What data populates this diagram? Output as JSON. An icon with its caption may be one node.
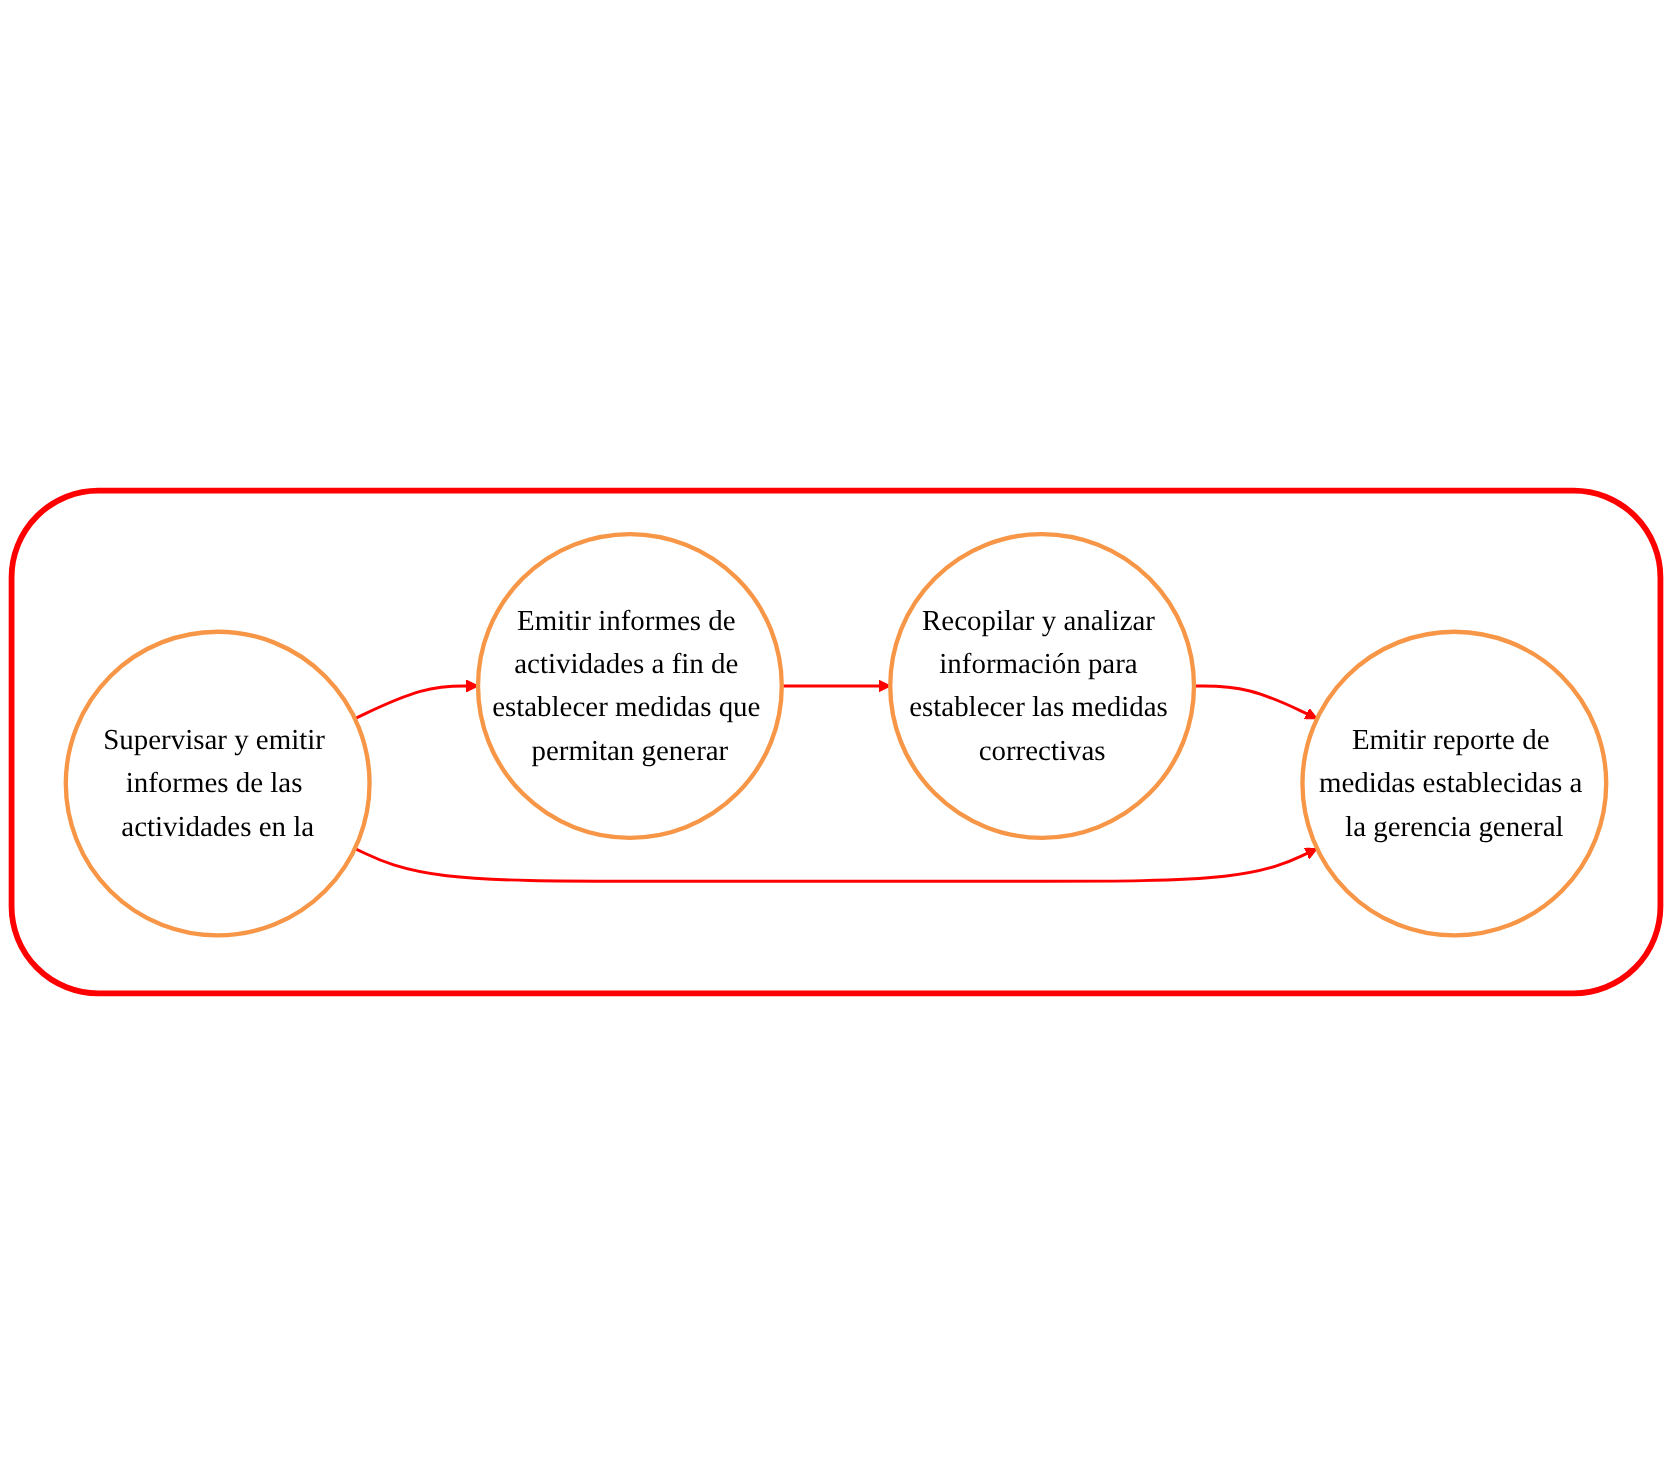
{
  "diagram": {
    "nodes": [
      {
        "text": [],
        "shape": "cloud"
      },
      {
        "text": [
          "Supervisar y emitir informes de las actividades en la"
        ],
        "in": 0
      },
      {
        "text": [
          "Emitir informes de actividades a fin de establecer medidas que permitan generar"
        ],
        "in": 0
      },
      {
        "text": [
          "Recopilar y analizar información para establecer las medidas correctivas"
        ],
        "in": 0
      },
      {
        "text": [
          "Emitir reporte de medidas establecidas a la gerencia general"
        ],
        "in": 0
      }
    ],
    "edges": [
      {
        "from": 1,
        "to": 2,
        "arrow": "to"
      },
      {
        "from": 2,
        "to": 3,
        "arrow": "to"
      },
      {
        "from": 3,
        "to": 4,
        "arrow": "to"
      },
      {
        "from": 1,
        "to": 4,
        "arrow": "to"
      }
    ]
  }
}
